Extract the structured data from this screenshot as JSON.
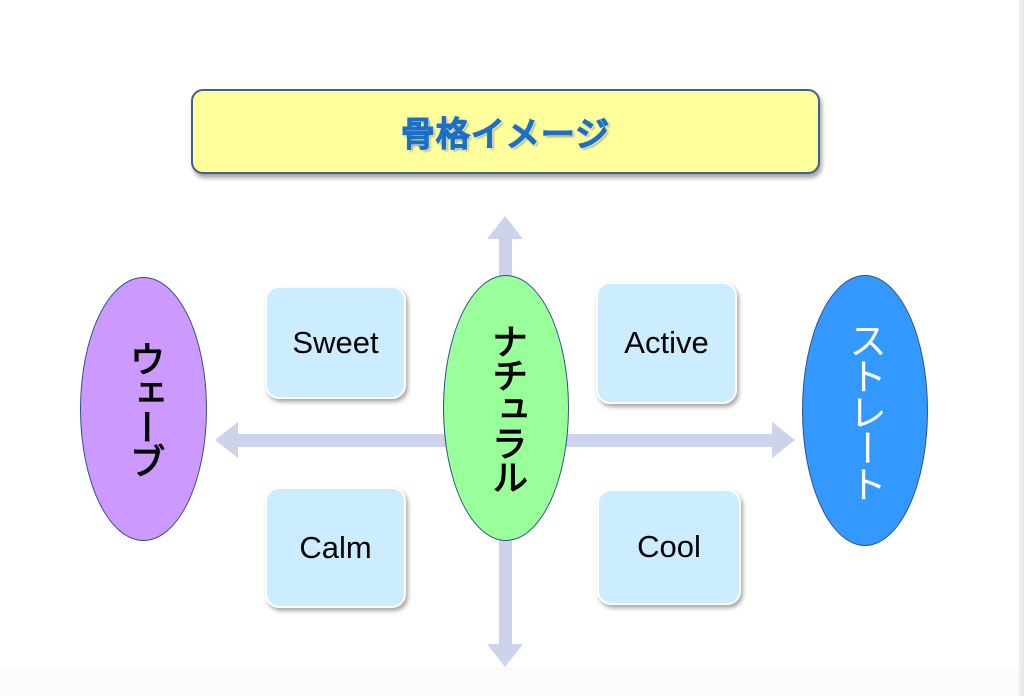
{
  "title": "骨格イメージ",
  "colors": {
    "title_fill": "#FFFF9C",
    "title_text": "#1A6FC9",
    "arrow": "#CDD3EB",
    "wave_fill": "#CC99FF",
    "natural_fill": "#99FF99",
    "straight_fill": "#3399FF",
    "tag_fill": "#CCECFF"
  },
  "axes": {
    "vertical": {
      "direction": "both",
      "icon": "double-headed-vertical-arrow"
    },
    "horizontal": {
      "direction": "both",
      "icon": "double-headed-horizontal-arrow"
    }
  },
  "types": {
    "left": "ウェーブ",
    "center": "ナチュラル",
    "right": "ストレート"
  },
  "quadrants": {
    "top_left": "Sweet",
    "top_right": "Active",
    "bottom_left": "Calm",
    "bottom_right": "Cool"
  }
}
